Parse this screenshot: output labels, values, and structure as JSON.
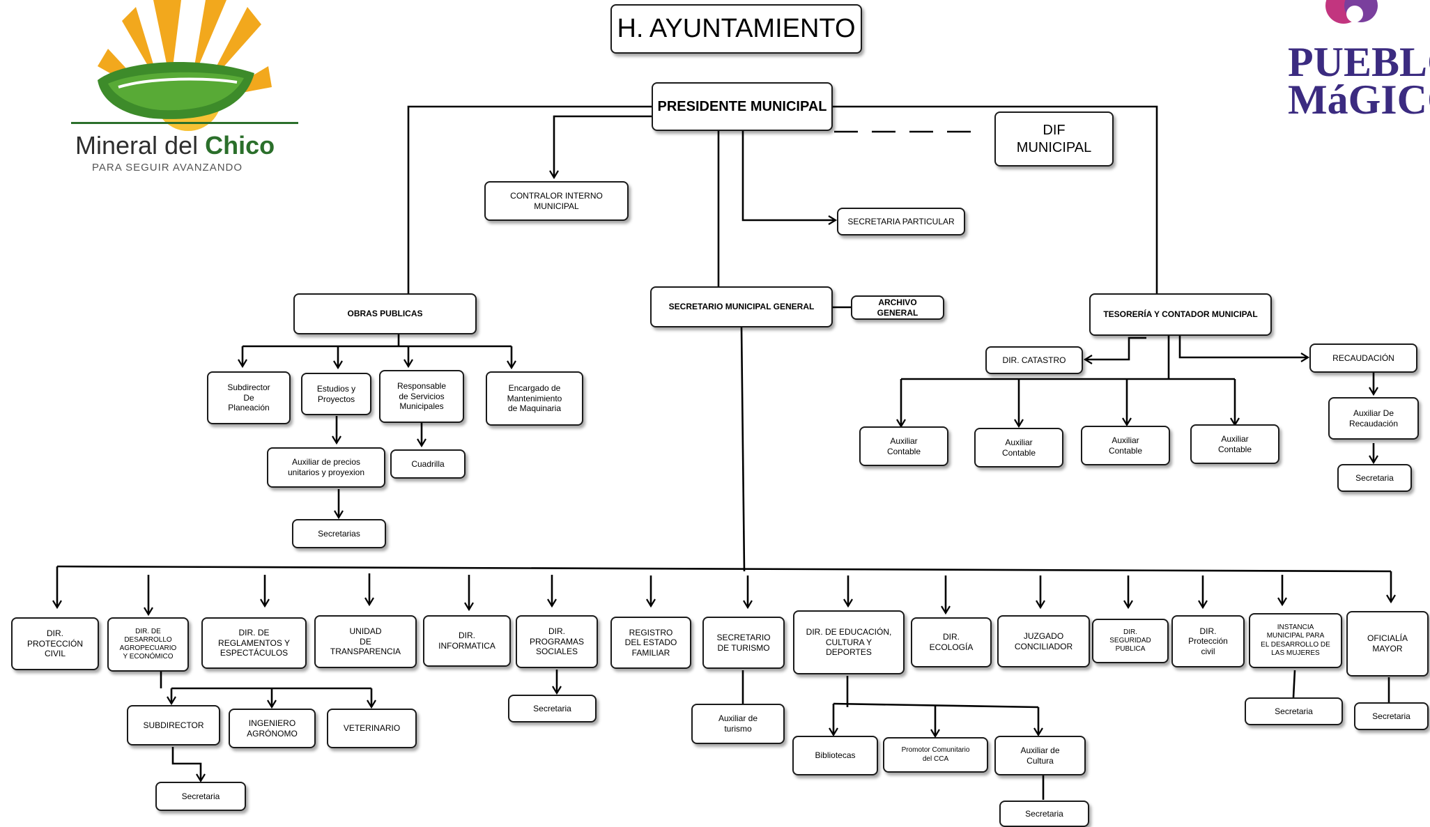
{
  "title": "H. AYUNTAMIENTO",
  "logos": {
    "left": {
      "icon": "sun-and-leaf-logo",
      "main_text_regular": "Mineral del ",
      "main_text_bold": "Chico",
      "tagline": "PARA SEGUIR AVANZANDO"
    },
    "right": {
      "icon": "pueblos-magicos-logo",
      "line1": "PUEBLO",
      "line2": "MáGICO"
    }
  },
  "nodes": {
    "presidente": "PRESIDENTE MUNICIPAL",
    "dif": "DIF\nMUNICIPAL",
    "contralor": "CONTRALOR INTERNO\nMUNICIPAL",
    "secretaria_particular": "SECRETARIA PARTICULAR",
    "obras": "OBRAS PUBLICAS",
    "secretario_general": "SECRETARIO MUNICIPAL GENERAL",
    "archivo": "ARCHIVO\nGENERAL",
    "tesoreria": "TESORERÍA Y CONTADOR MUNICIPAL",
    "subdirector_planeacion": "Subdirector\nDe\nPlaneación",
    "estudios": "Estudios y\nProyectos",
    "responsable_servicios": "Responsable\nde Servicios\nMunicipales",
    "encargado_mant": "Encargado de\nMantenimiento\nde Maquinaria",
    "auxiliar_precios": "Auxiliar de precios\nunitarios y proyexion",
    "cuadrilla": "Cuadrilla",
    "secretarias_obras": "Secretarias",
    "catastro": "DIR. CATASTRO",
    "recaudacion": "RECAUDACIÓN",
    "aux_contable": "Auxiliar\nContable",
    "aux_recaudacion": "Auxiliar De\nRecaudación",
    "secretaria": "Secretaria",
    "proteccion_civil": "DIR.\nPROTECCIÓN\nCIVIL",
    "desarrollo_agro": "DIR. DE\nDESARROLLO\nAGROPECUARIO\nY ECONÓMICO",
    "reglamentos": "DIR. DE\nREGLAMENTOS Y\nESPECTÁCULOS",
    "transparencia": "UNIDAD\nDE\nTRANSPARENCIA",
    "informatica": "DIR.\nINFORMATICA",
    "programas_sociales": "DIR.\nPROGRAMAS\nSOCIALES",
    "registro_familiar": "REGISTRO\nDEL ESTADO\nFAMILIAR",
    "turismo": "SECRETARIO\nDE TURISMO",
    "educacion": "DIR. DE EDUCACIÓN,\nCULTURA Y\nDEPORTES",
    "ecologia": "DIR.\nECOLOGÍA",
    "juzgado": "JUZGADO\nCONCILIADOR",
    "seguridad": "DIR.\nSEGURIDAD\nPUBLICA",
    "proteccion_civil_2": "DIR.\nProtección\ncivil",
    "instancia_mujeres": "INSTANCIA\nMUNICIPAL PARA\nEL DESARROLLO DE\nLAS MUJERES",
    "oficialia": "OFICIALÍA\nMAYOR",
    "subdirector": "SUBDIRECTOR",
    "ingeniero": "INGENIERO\nAGRÓNOMO",
    "veterinario": "VETERINARIO",
    "aux_turismo": "Auxiliar de\nturismo",
    "bibliotecas": "Bibliotecas",
    "promotor": "Promotor Comunitario\ndel CCA",
    "aux_cultura": "Auxiliar de\nCultura"
  }
}
